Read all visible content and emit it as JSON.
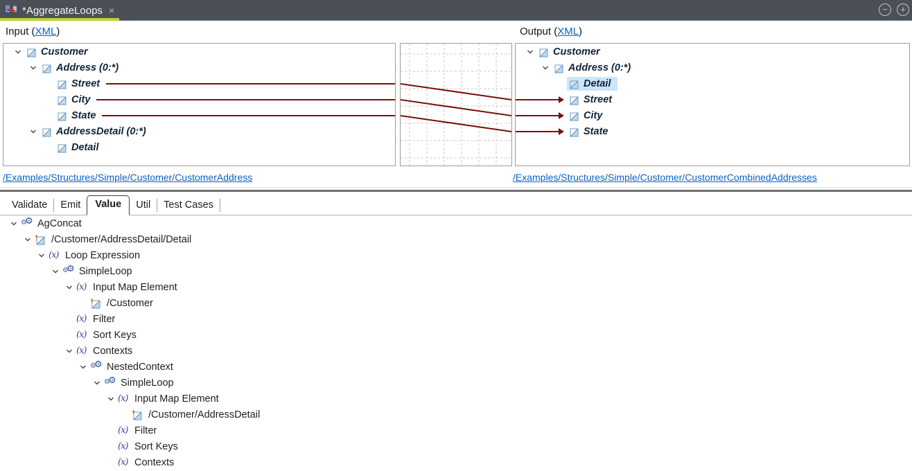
{
  "titlebar": {
    "tab_title": "*AggregateLoops",
    "close_glyph": "×",
    "collapse_glyph": "−",
    "expand_glyph": "+"
  },
  "input_pane": {
    "header_prefix": "Input (",
    "header_link": "XML",
    "header_suffix": ")",
    "path_link": "/Examples/Structures/Simple/Customer/CustomerAddress",
    "tree": [
      {
        "label": "Customer",
        "level": 0,
        "expander": true
      },
      {
        "label": "Address (0:*)",
        "level": 1,
        "expander": true
      },
      {
        "label": "Street",
        "level": 2,
        "mapped": true
      },
      {
        "label": "City",
        "level": 2,
        "mapped": true
      },
      {
        "label": "State",
        "level": 2,
        "mapped": true
      },
      {
        "label": "AddressDetail (0:*)",
        "level": 1,
        "expander": true
      },
      {
        "label": "Detail",
        "level": 2
      }
    ]
  },
  "output_pane": {
    "header_prefix": "Output (",
    "header_link": "XML",
    "header_suffix": ")",
    "path_link": "/Examples/Structures/Simple/Customer/CustomerCombinedAddresses",
    "tree": [
      {
        "label": "Customer",
        "level": 0,
        "expander": true
      },
      {
        "label": "Address (0:*)",
        "level": 1,
        "expander": true
      },
      {
        "label": "Detail",
        "level": 2,
        "selected": true
      },
      {
        "label": "Street",
        "level": 2,
        "arrow": true
      },
      {
        "label": "City",
        "level": 2,
        "arrow": true
      },
      {
        "label": "State",
        "level": 2,
        "arrow": true
      }
    ]
  },
  "mappings": [
    {
      "from": "Street",
      "from_row": 2,
      "to": "Street",
      "to_row": 3
    },
    {
      "from": "City",
      "from_row": 3,
      "to": "City",
      "to_row": 4
    },
    {
      "from": "State",
      "from_row": 4,
      "to": "State",
      "to_row": 5
    }
  ],
  "bottom_panel": {
    "tabs": [
      {
        "label": "Validate",
        "active": false
      },
      {
        "label": "Emit",
        "active": false
      },
      {
        "label": "Value",
        "active": true
      },
      {
        "label": "Util",
        "active": false
      },
      {
        "label": "Test Cases",
        "active": false
      }
    ],
    "tree": [
      {
        "label": "AgConcat",
        "level": 0,
        "icon": "gears",
        "expander": true
      },
      {
        "label": "/Customer/AddressDetail/Detail",
        "level": 1,
        "icon": "element-ref",
        "expander": true
      },
      {
        "label": "Loop Expression",
        "level": 2,
        "icon": "fx",
        "expander": true
      },
      {
        "label": "SimpleLoop",
        "level": 3,
        "icon": "gears",
        "expander": true
      },
      {
        "label": "Input Map Element",
        "level": 4,
        "icon": "fx",
        "expander": true
      },
      {
        "label": "/Customer",
        "level": 5,
        "icon": "element-ref",
        "expander": false
      },
      {
        "label": "Filter",
        "level": 4,
        "icon": "fx",
        "expander": false
      },
      {
        "label": "Sort Keys",
        "level": 4,
        "icon": "fx",
        "expander": false
      },
      {
        "label": "Contexts",
        "level": 4,
        "icon": "fx",
        "expander": true
      },
      {
        "label": "NestedContext",
        "level": 5,
        "icon": "gears",
        "expander": true
      },
      {
        "label": "SimpleLoop",
        "level": 6,
        "icon": "gears",
        "expander": true
      },
      {
        "label": "Input Map Element",
        "level": 7,
        "icon": "fx",
        "expander": true
      },
      {
        "label": "/Customer/AddressDetail",
        "level": 8,
        "icon": "element-ref",
        "expander": false
      },
      {
        "label": "Filter",
        "level": 7,
        "icon": "fx",
        "expander": false
      },
      {
        "label": "Sort Keys",
        "level": 7,
        "icon": "fx",
        "expander": false
      },
      {
        "label": "Contexts",
        "level": 7,
        "icon": "fx",
        "expander": false
      }
    ]
  },
  "colors": {
    "map_line": "#7b0e0e",
    "selection_bg": "#cde6f7",
    "tab_underline": "#bcd335",
    "link_blue": "#0a62c1",
    "titlebar_bg": "#4a5056",
    "grid_dash": "#c7c7c7"
  }
}
